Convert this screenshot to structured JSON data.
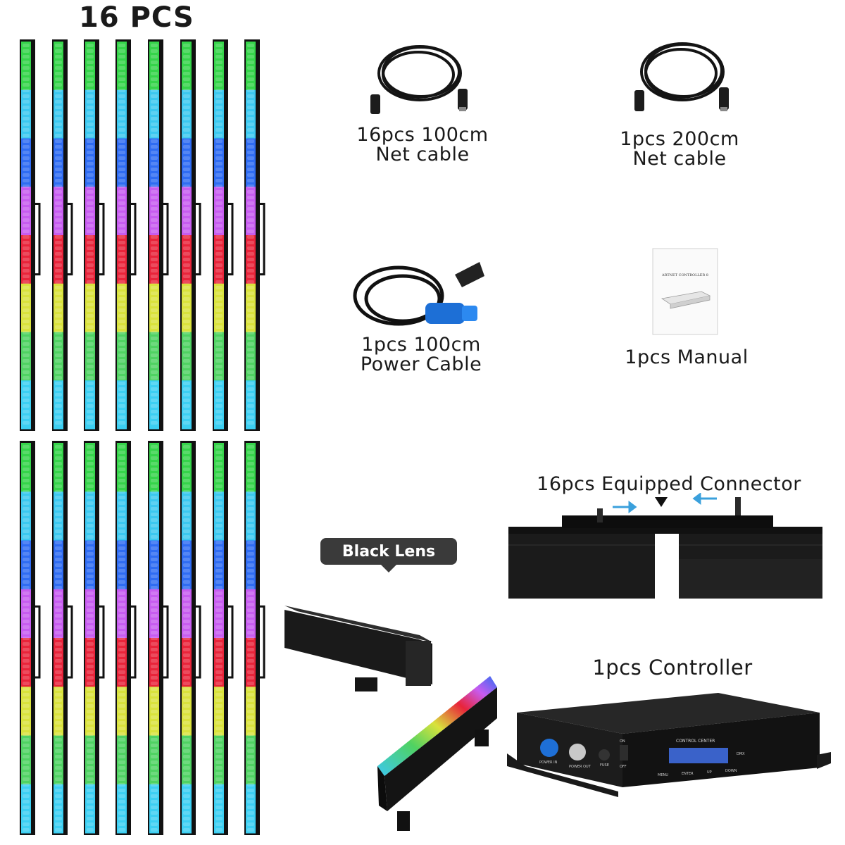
{
  "header": {
    "title": "16 PCS"
  },
  "items": {
    "net_cable_100": "16pcs 100cm\n Net cable",
    "net_cable_200": "1pcs 200cm\nNet cable",
    "power_cable": "1pcs 100cm\nPower Cable",
    "manual": "1pcs Manual",
    "connector": "16pcs Equipped Connector",
    "black_lens": "Black Lens",
    "controller": "1pcs Controller"
  },
  "manual_page": {
    "heading": "ARTNET CONTROLLER 8"
  },
  "controller_panel": {
    "brand": "CONTROL CENTER",
    "power_in": "POWER IN",
    "power_out": "POWER OUT",
    "fuse": "FUSE",
    "on": "ON",
    "off": "OFF",
    "menu": "MENU",
    "enter": "ENTER",
    "up": "UP",
    "down": "DOWN",
    "dmx": "DMX"
  },
  "colors": {
    "segments": [
      "#35d44a",
      "#3bc8f0",
      "#2f6cf2",
      "#c75cf0",
      "#e8243a",
      "#d9e23c",
      "#4fd262",
      "#3ccff2"
    ],
    "bar_body": "#111111",
    "label_pill": "#3a3a3a",
    "arrow_blue": "#3aa0dc"
  }
}
